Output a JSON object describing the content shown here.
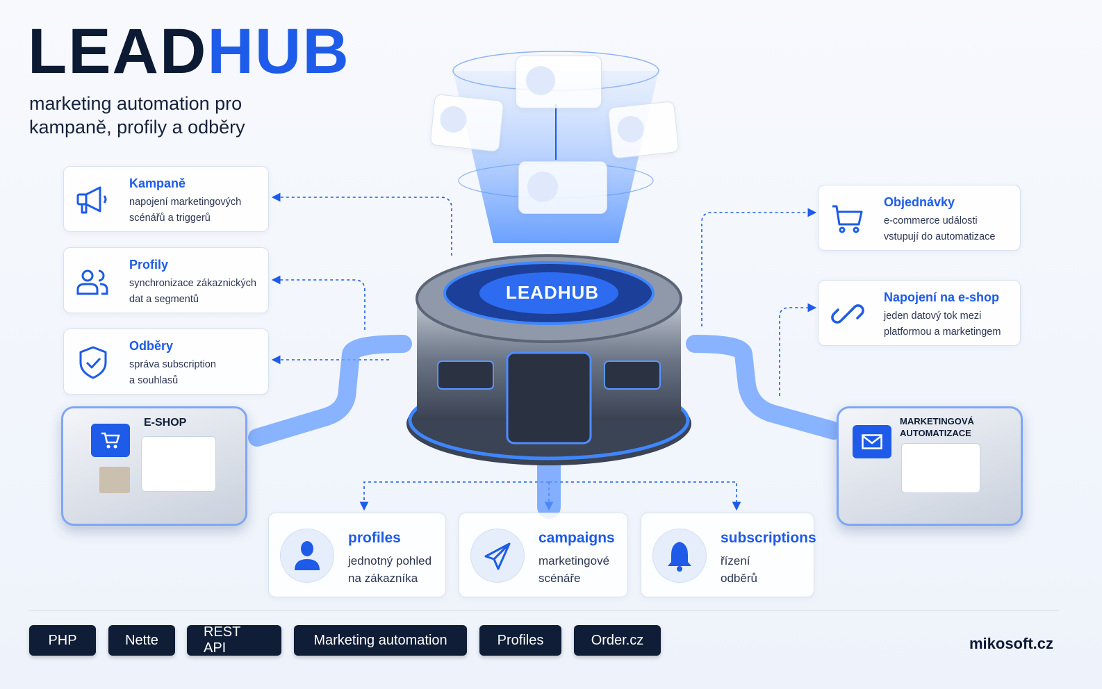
{
  "header": {
    "logo_part1": "LEAD",
    "logo_part2": "HUB",
    "subtitle_line1": "marketing automation pro",
    "subtitle_line2": "kampaně, profily a odběry"
  },
  "left_features": [
    {
      "title": "Kampaně",
      "line1": "napojení marketingových",
      "line2": "scénářů a triggerů",
      "icon": "megaphone-icon"
    },
    {
      "title": "Profily",
      "line1": "synchronizace zákaznických",
      "line2": "dat a segmentů",
      "icon": "users-icon"
    },
    {
      "title": "Odběry",
      "line1": "správa subscription",
      "line2": "a souhlasů",
      "icon": "shield-check-icon"
    }
  ],
  "right_features": [
    {
      "title": "Objednávky",
      "line1": "e-commerce události",
      "line2": "vstupují do automatizace",
      "icon": "cart-icon"
    },
    {
      "title": "Napojení na e-shop",
      "line1": "jeden datový tok mezi",
      "line2": "platformou a marketingem",
      "icon": "link-icon"
    }
  ],
  "hub": {
    "label": "LEADHUB"
  },
  "modules": {
    "eshop": "E-SHOP",
    "marketing_line1": "MARKETINGOVÁ",
    "marketing_line2": "AUTOMATIZACE"
  },
  "bottom_cards": [
    {
      "title": "profiles",
      "line1": "jednotný pohled",
      "line2": "na zákazníka",
      "icon": "user-icon"
    },
    {
      "title": "campaigns",
      "line1": "marketingové",
      "line2": "scénáře",
      "icon": "paper-plane-icon"
    },
    {
      "title": "subscriptions",
      "line1": "řízení",
      "line2": "odběrů",
      "icon": "bell-icon"
    }
  ],
  "tech_chips": [
    "PHP",
    "Nette",
    "REST API",
    "Marketing automation",
    "Profiles",
    "Order.cz"
  ],
  "footer": {
    "brand": "mikosoft.cz"
  },
  "colors": {
    "accent": "#1d5be8",
    "dark": "#0f1d36"
  }
}
